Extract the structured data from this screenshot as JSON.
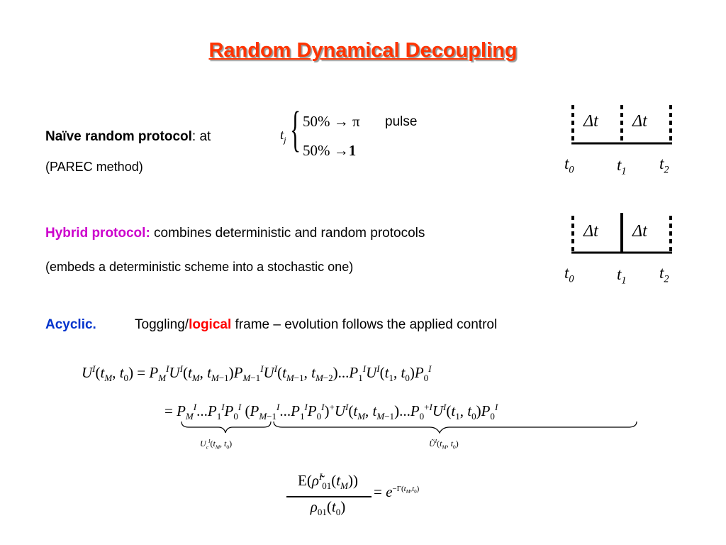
{
  "title": "Random Dynamical Decoupling",
  "naive": {
    "label": "Naïve random protocol",
    "colon_at": ":  at",
    "tj_t": "t",
    "tj_sub": "j",
    "case1": "50% → π",
    "pulse": "pulse",
    "case2": "50% →",
    "case2_bold": "1",
    "parec": "(PAREC method)"
  },
  "hybrid": {
    "label": "Hybrid protocol:",
    "rest": " combines deterministic and random protocols",
    "embeds": "(embeds a deterministic scheme into a stochastic one)"
  },
  "acyclic": {
    "label": "Acyclic.",
    "toggling_prefix": "Toggling/",
    "logical": "logical",
    "toggling_suffix": " frame – evolution follows the applied control"
  },
  "timeline": {
    "delta_t": "Δt",
    "t": "t",
    "sub0": "0",
    "sub1": "1",
    "sub2": "2"
  },
  "equations": {
    "label_uc": "U_c^I(t_M, t_0)",
    "label_ut": "Ũ^I(t_M, t_0)",
    "frac_rhs_e": "e"
  },
  "colors": {
    "title": "#ff3300",
    "hybrid": "#cc00cc",
    "acyclic": "#0033cc",
    "logical": "#ff0000"
  }
}
